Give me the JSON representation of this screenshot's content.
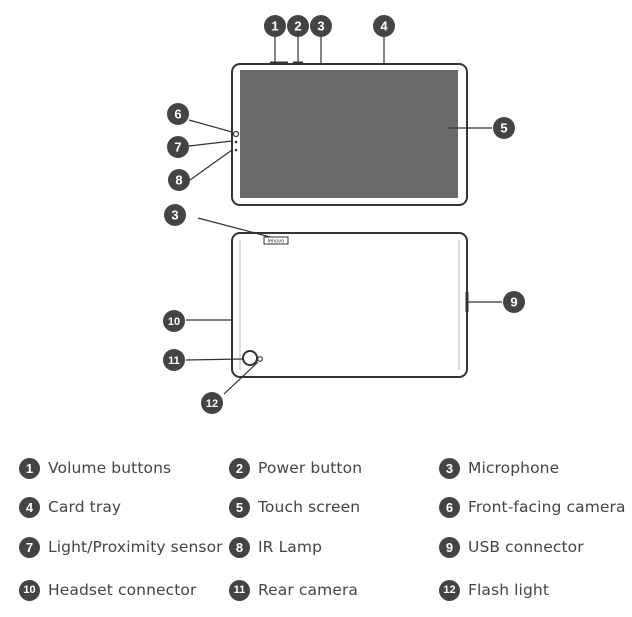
{
  "colors": {
    "marker": "#444444",
    "device_outline": "#333333",
    "screen": "#6a6a6a",
    "text": "#444444"
  },
  "diagram": {
    "markers": [
      {
        "id": "m1",
        "num": "1"
      },
      {
        "id": "m2",
        "num": "2"
      },
      {
        "id": "m3-top",
        "num": "3"
      },
      {
        "id": "m4",
        "num": "4"
      },
      {
        "id": "m5",
        "num": "5"
      },
      {
        "id": "m6",
        "num": "6"
      },
      {
        "id": "m7",
        "num": "7"
      },
      {
        "id": "m8",
        "num": "8"
      },
      {
        "id": "m3-back",
        "num": "3"
      },
      {
        "id": "m9",
        "num": "9"
      },
      {
        "id": "m10",
        "num": "10"
      },
      {
        "id": "m11",
        "num": "11"
      },
      {
        "id": "m12",
        "num": "12"
      }
    ],
    "rear_logo": "lenovo"
  },
  "legend": [
    {
      "num": "1",
      "label": "Volume buttons"
    },
    {
      "num": "2",
      "label": "Power button"
    },
    {
      "num": "3",
      "label": "Microphone"
    },
    {
      "num": "4",
      "label": "Card tray"
    },
    {
      "num": "5",
      "label": "Touch screen"
    },
    {
      "num": "6",
      "label": "Front-facing camera"
    },
    {
      "num": "7",
      "label": "Light/Proximity sensor"
    },
    {
      "num": "8",
      "label": "IR Lamp"
    },
    {
      "num": "9",
      "label": "USB connector"
    },
    {
      "num": "10",
      "label": "Headset connector"
    },
    {
      "num": "11",
      "label": "Rear camera"
    },
    {
      "num": "12",
      "label": "Flash light"
    }
  ]
}
